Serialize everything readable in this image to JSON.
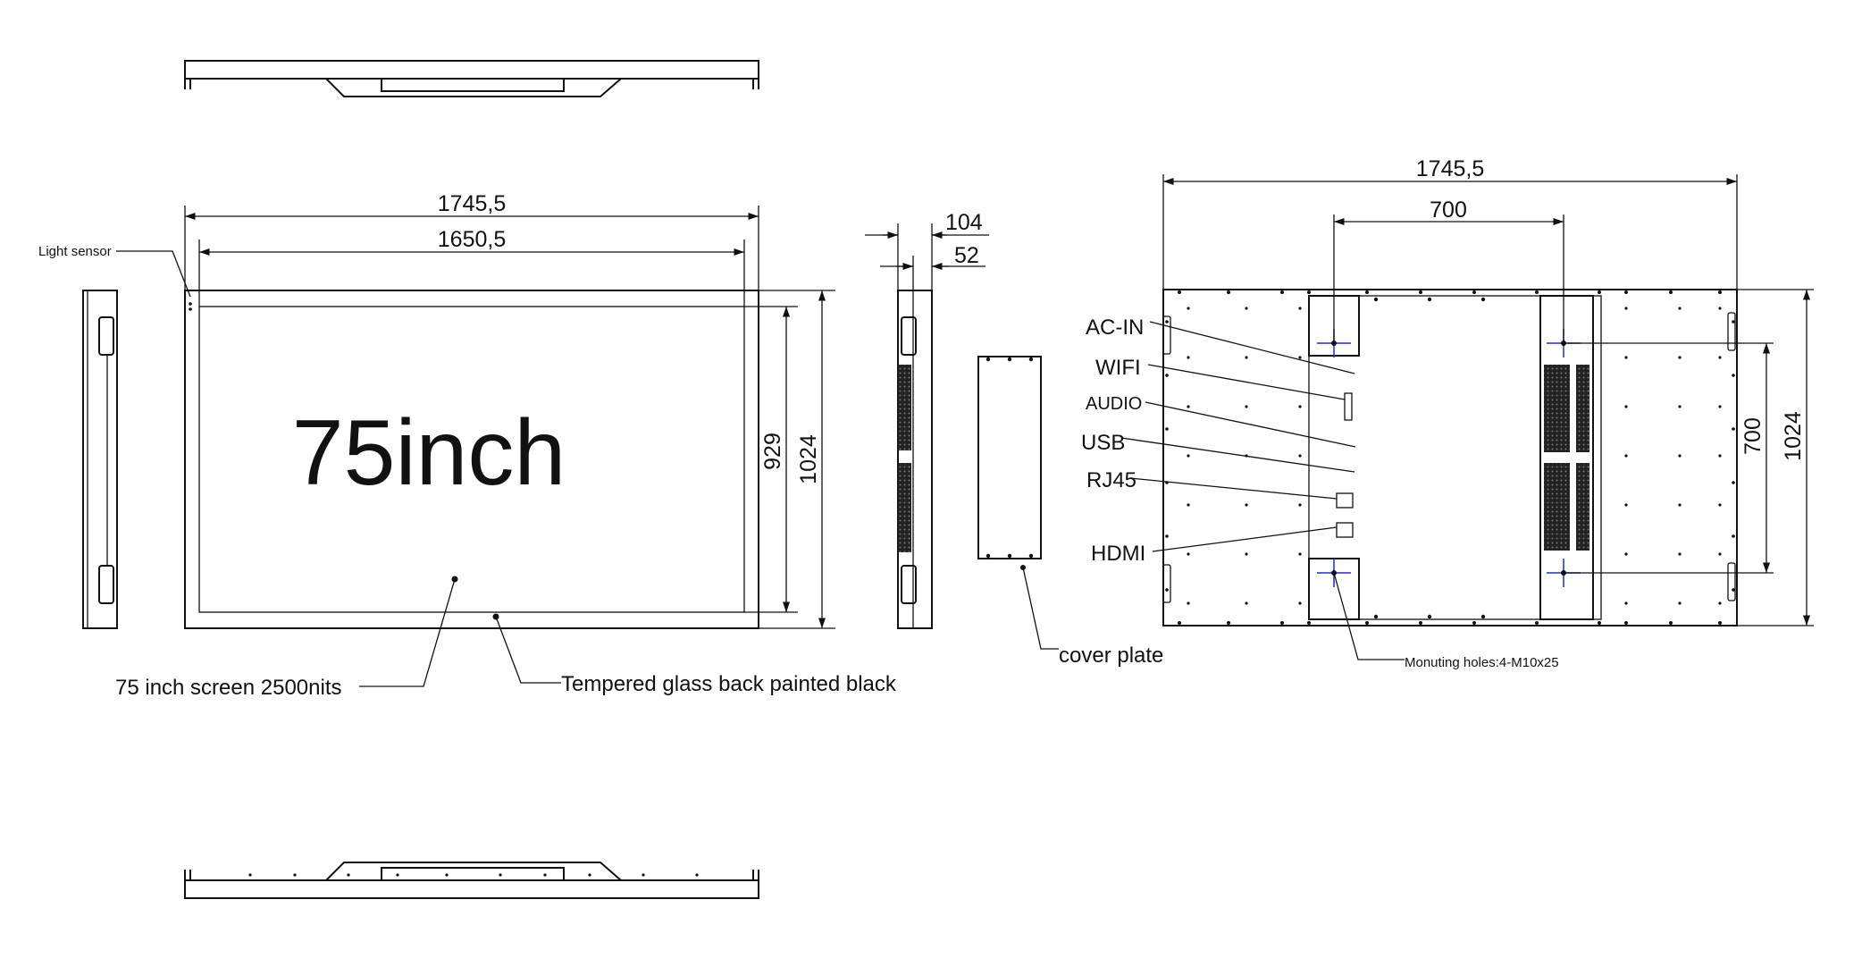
{
  "front_view": {
    "title": "75inch",
    "width_outer": "1745,5",
    "width_inner": "1650,5",
    "height_inner": "929",
    "height_outer": "1024",
    "light_sensor": "Light sensor",
    "screen_callout": "75 inch screen 2500nits",
    "glass_callout": "Tempered glass back painted black"
  },
  "side_view": {
    "depth_total": "104",
    "depth_thin": "52"
  },
  "cover_plate": {
    "label": "cover plate"
  },
  "rear_view": {
    "width": "1745,5",
    "vesa_horizontal": "700",
    "vesa_vertical": "700",
    "height": "1024",
    "ports": [
      "AC-IN",
      "WIFI",
      "AUDIO",
      "USB",
      "RJ45",
      "HDMI"
    ],
    "mounting_holes": "Monuting holes:4-M10x25"
  },
  "colors": {
    "line": "#111111",
    "mount_cross": "#1f2fbf",
    "background": "#ffffff"
  }
}
